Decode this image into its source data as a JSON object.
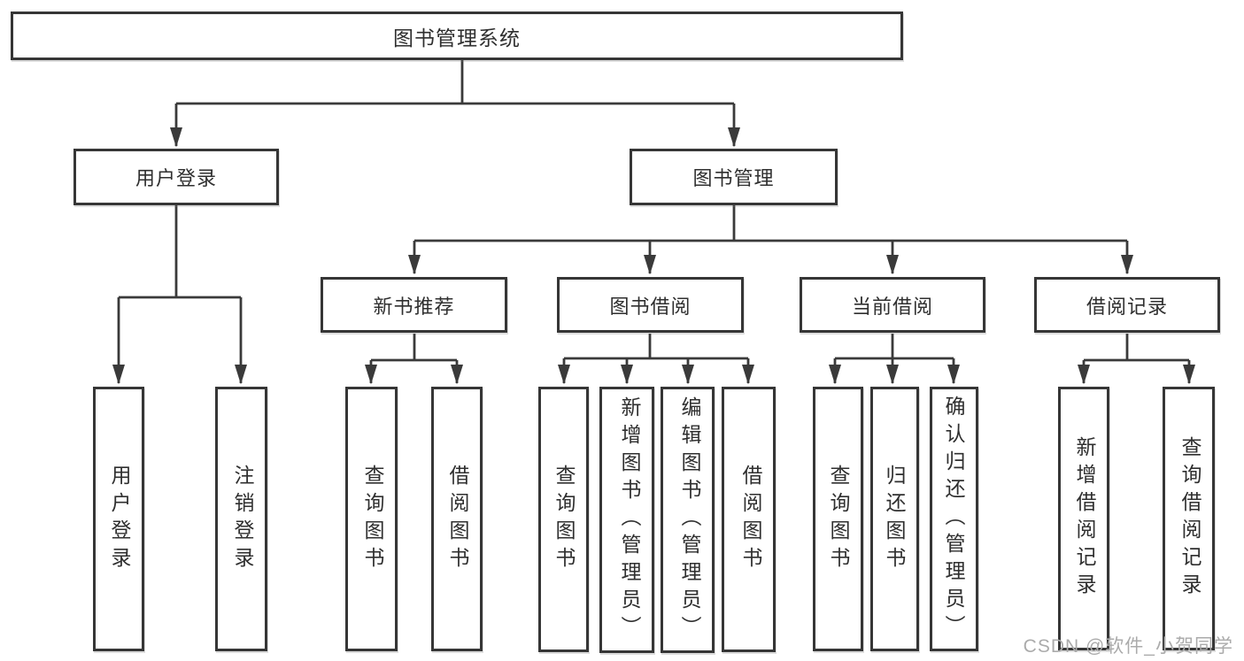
{
  "diagram": {
    "root": {
      "label": "图书管理系统"
    },
    "level2": {
      "user_login": {
        "label": "用户登录"
      },
      "book_mgmt": {
        "label": "图书管理"
      }
    },
    "level3": {
      "new_books": {
        "label": "新书推荐"
      },
      "book_borrow": {
        "label": "图书借阅"
      },
      "current_borrow": {
        "label": "当前借阅"
      },
      "borrow_records": {
        "label": "借阅记录"
      }
    },
    "level4": {
      "user_login_leaf": {
        "label": "用户登录"
      },
      "logout": {
        "label": "注销登录"
      },
      "query_books_1": {
        "label": "查询图书"
      },
      "borrow_books_1": {
        "label": "借阅图书"
      },
      "query_books_2": {
        "label": "查询图书"
      },
      "add_books_admin": {
        "label": "新增图书（管理员）"
      },
      "edit_books_admin": {
        "label": "编辑图书（管理员）"
      },
      "borrow_books_2": {
        "label": "借阅图书"
      },
      "query_books_3": {
        "label": "查询图书"
      },
      "return_books": {
        "label": "归还图书"
      },
      "confirm_return_admin": {
        "label": "确认归还（管理员）"
      },
      "add_borrow_record": {
        "label": "新增借阅记录"
      },
      "query_borrow_record": {
        "label": "查询借阅记录"
      }
    }
  },
  "watermark": {
    "text": "CSDN @软件_小贺同学"
  },
  "colors": {
    "line": "#3a3a3a",
    "border": "#363636",
    "text": "#2f2f2f",
    "watermark": "#ababab",
    "background": "#ffffff"
  }
}
